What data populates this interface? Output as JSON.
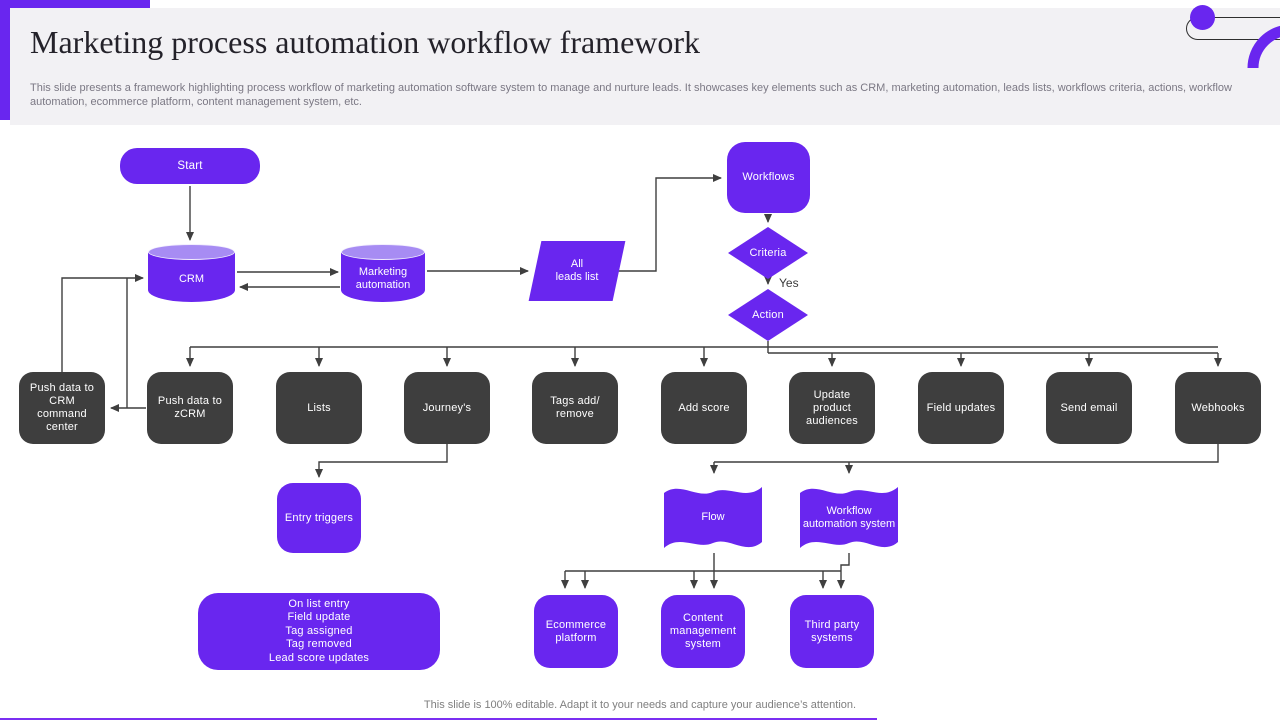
{
  "slide": {
    "title": "Marketing process automation workflow framework",
    "description": "This slide presents a framework  highlighting process workflow of marketing automation software system to manage and nurture leads. It showcases key elements such as CRM, marketing automation, leads lists, workflows criteria, actions, workflow automation, ecommerce platform, content management system, etc.",
    "footer": "This slide is 100% editable. Adapt it to your needs and capture your audience’s attention."
  },
  "colors": {
    "accent_purple": "#6926ef",
    "cylinder_top": "#a78cf3",
    "dark_box": "#3e3e3e",
    "header_bg": "#f2f1f4",
    "connector": "#3f3f3f"
  },
  "flowchart": {
    "start": "Start",
    "crm": "CRM",
    "marketing_automation": "Marketing automation",
    "all_leads_list_line1": "All",
    "all_leads_list_line2": "leads list",
    "workflows": "Workflows",
    "criteria": "Criteria",
    "criteria_yes": "Yes",
    "action": "Action",
    "actions": [
      "Push data to CRM command center",
      "Push data to zCRM",
      "Lists",
      "Journey's",
      "Tags add/ remove",
      "Add score",
      "Update product audiences",
      "Field updates",
      "Send email",
      "Webhooks"
    ],
    "entry_triggers": "Entry triggers",
    "trigger_lines": [
      "On list entry",
      "Field update",
      "Tag assigned",
      "Tag removed",
      "Lead score updates"
    ],
    "flow": "Flow",
    "workflow_automation_system": "Workflow automation system",
    "ecommerce_platform": "Ecommerce platform",
    "content_management_system": "Content management system",
    "third_party_systems": "Third party systems"
  }
}
